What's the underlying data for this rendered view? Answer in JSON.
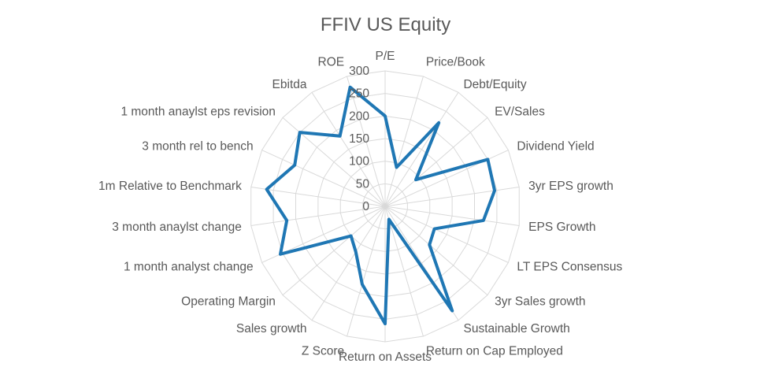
{
  "chart_data": {
    "type": "radar",
    "title": "FFIV US Equity",
    "categories": [
      "P/E",
      "Price/Book",
      "Debt/Equity",
      "EV/Sales",
      "Dividend Yield",
      "3yr EPS growth",
      "EPS Growth",
      "LT EPS Consensus",
      "3yr Sales growth",
      "Sustainable Growth",
      "Return on Cap Employed",
      "Return on Assets",
      "Z Score",
      "Sales growth",
      "Operating Margin",
      "1 month analyst change",
      "3 month anaylst change",
      "1m Relative to Benchmark",
      "3 month rel to bench",
      "1 month anaylst eps revision",
      "Ebitda",
      "ROE"
    ],
    "series": [
      {
        "values": [
          200,
          90,
          220,
          90,
          250,
          245,
          220,
          120,
          130,
          275,
          30,
          260,
          180,
          120,
          100,
          255,
          220,
          265,
          220,
          250,
          185,
          275
        ]
      }
    ],
    "rlim": [
      0,
      300
    ],
    "rticks": [
      "0",
      "50",
      "100",
      "150",
      "200",
      "250",
      "300"
    ],
    "grid": true,
    "legend": "none",
    "colors": {
      "series": "#1f77b4",
      "grid": "#d9d9d9",
      "text": "#595959"
    }
  }
}
